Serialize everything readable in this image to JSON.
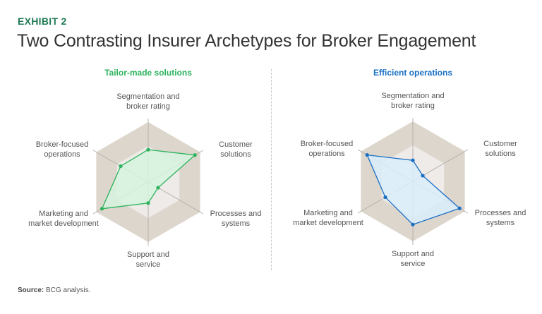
{
  "header": {
    "exhibit": "EXHIBIT 2",
    "title": "Two Contrasting Insurer Archetypes for Broker Engagement"
  },
  "source": {
    "label": "Source:",
    "text": "BCG analysis."
  },
  "colors": {
    "exhibit": "#1f7a54",
    "left_series": "#2db35d",
    "left_fill": "#d6f3de",
    "right_series": "#1a6fc4",
    "right_fill": "#dbeefb",
    "outer_band": "#ddd6cc",
    "inner_band": "#eeebe8",
    "axis": "#b5b1ad"
  },
  "chart_data": [
    {
      "type": "radar",
      "title": "Tailor-made solutions",
      "axes": [
        [
          "Segmentation and",
          "broker rating"
        ],
        [
          "Customer",
          "solutions"
        ],
        [
          "Processes and",
          "systems"
        ],
        [
          "Support and",
          "service"
        ],
        [
          "Marketing and",
          "market development"
        ],
        [
          "Broker-focused",
          "operations"
        ]
      ],
      "scale_max": 1,
      "bands": [
        0.6,
        1.0
      ],
      "values": [
        0.54,
        0.9,
        0.19,
        0.35,
        0.89,
        0.53
      ]
    },
    {
      "type": "radar",
      "title": "Efficient operations",
      "axes": [
        [
          "Segmentation and",
          "broker rating"
        ],
        [
          "Customer",
          "solutions"
        ],
        [
          "Processes and",
          "systems"
        ],
        [
          "Support and",
          "service"
        ],
        [
          "Marketing and",
          "market development"
        ],
        [
          "Broker-focused",
          "operations"
        ]
      ],
      "scale_max": 1,
      "bands": [
        0.6,
        1.0
      ],
      "values": [
        0.35,
        0.19,
        0.9,
        0.72,
        0.53,
        0.88
      ]
    }
  ]
}
